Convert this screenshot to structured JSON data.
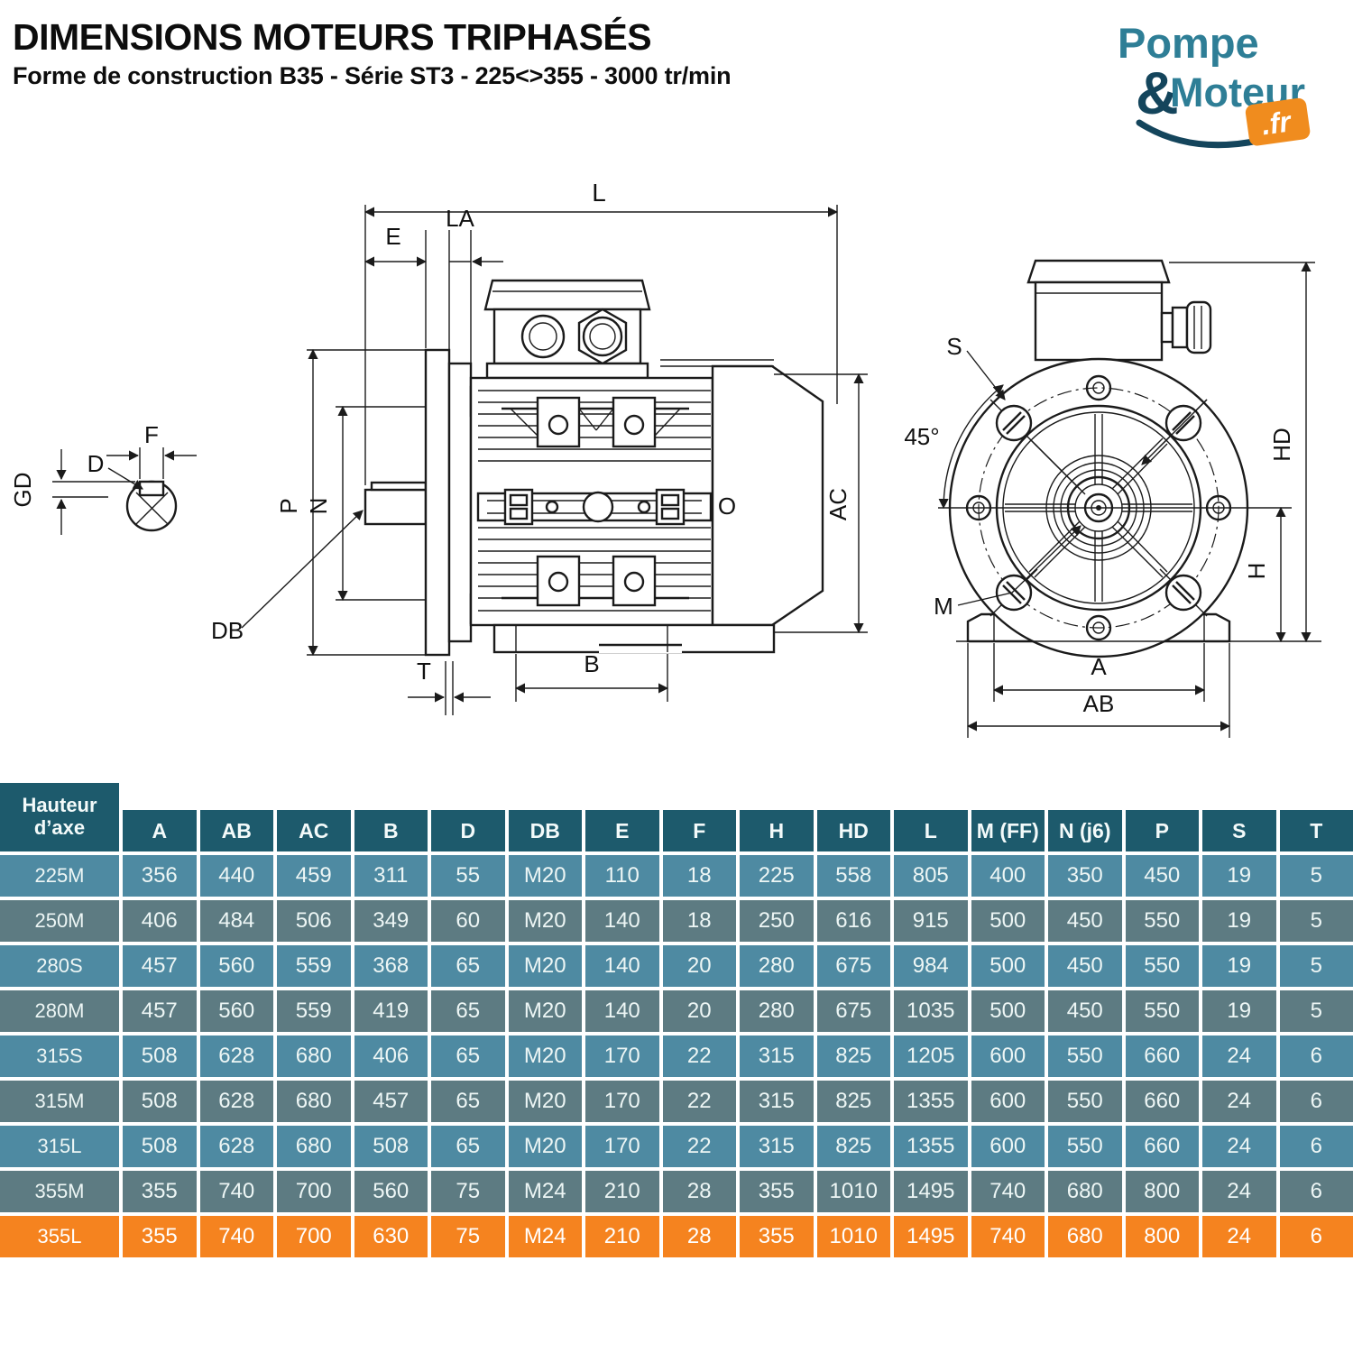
{
  "header": {
    "title": "DIMENSIONS MOTEURS TRIPHASÉS",
    "subtitle": "Forme de construction B35 - Série ST3 - 225<>355 - 3000 tr/min"
  },
  "logo": {
    "word1": "Pompe",
    "amp": "&",
    "word2": "Moteur",
    "tld": ".fr",
    "teal": "#2e7e96",
    "navy": "#14455c",
    "orange": "#f08c1e"
  },
  "diagram": {
    "side": {
      "L": "L",
      "E": "E",
      "LA": "LA",
      "F": "F",
      "D": "D",
      "GD": "GD",
      "P": "P",
      "N": "N",
      "DB": "DB",
      "T": "T",
      "B": "B",
      "AC": "AC",
      "O": "O"
    },
    "front": {
      "S": "S",
      "angle": "45°",
      "M": "M",
      "HD": "HD",
      "H": "H",
      "A": "A",
      "AB": "AB"
    }
  },
  "table": {
    "axis_header": "Hauteur d’axe",
    "columns": [
      "A",
      "AB",
      "AC",
      "B",
      "D",
      "DB",
      "E",
      "F",
      "H",
      "HD",
      "L",
      "M (FF)",
      "N (j6)",
      "P",
      "S",
      "T"
    ],
    "rows": [
      {
        "label": "225M",
        "highlight": false,
        "values": [
          "356",
          "440",
          "459",
          "311",
          "55",
          "M20",
          "110",
          "18",
          "225",
          "558",
          "805",
          "400",
          "350",
          "450",
          "19",
          "5"
        ]
      },
      {
        "label": "250M",
        "highlight": false,
        "values": [
          "406",
          "484",
          "506",
          "349",
          "60",
          "M20",
          "140",
          "18",
          "250",
          "616",
          "915",
          "500",
          "450",
          "550",
          "19",
          "5"
        ]
      },
      {
        "label": "280S",
        "highlight": false,
        "values": [
          "457",
          "560",
          "559",
          "368",
          "65",
          "M20",
          "140",
          "20",
          "280",
          "675",
          "984",
          "500",
          "450",
          "550",
          "19",
          "5"
        ]
      },
      {
        "label": "280M",
        "highlight": false,
        "values": [
          "457",
          "560",
          "559",
          "419",
          "65",
          "M20",
          "140",
          "20",
          "280",
          "675",
          "1035",
          "500",
          "450",
          "550",
          "19",
          "5"
        ]
      },
      {
        "label": "315S",
        "highlight": false,
        "values": [
          "508",
          "628",
          "680",
          "406",
          "65",
          "M20",
          "170",
          "22",
          "315",
          "825",
          "1205",
          "600",
          "550",
          "660",
          "24",
          "6"
        ]
      },
      {
        "label": "315M",
        "highlight": false,
        "values": [
          "508",
          "628",
          "680",
          "457",
          "65",
          "M20",
          "170",
          "22",
          "315",
          "825",
          "1355",
          "600",
          "550",
          "660",
          "24",
          "6"
        ]
      },
      {
        "label": "315L",
        "highlight": false,
        "values": [
          "508",
          "628",
          "680",
          "508",
          "65",
          "M20",
          "170",
          "22",
          "315",
          "825",
          "1355",
          "600",
          "550",
          "660",
          "24",
          "6"
        ]
      },
      {
        "label": "355M",
        "highlight": false,
        "values": [
          "355",
          "740",
          "700",
          "560",
          "75",
          "M24",
          "210",
          "28",
          "355",
          "1010",
          "1495",
          "740",
          "680",
          "800",
          "24",
          "6"
        ]
      },
      {
        "label": "355L",
        "highlight": true,
        "values": [
          "355",
          "740",
          "700",
          "630",
          "75",
          "M24",
          "210",
          "28",
          "355",
          "1010",
          "1495",
          "740",
          "680",
          "800",
          "24",
          "6"
        ]
      }
    ]
  },
  "colors": {
    "table_header_bg": "#1d5a6c",
    "row_light": "#4e8aa2",
    "row_dark": "#5d7b82",
    "row_highlight": "#f5831f",
    "drawing_ink": "#1b1b1b"
  }
}
